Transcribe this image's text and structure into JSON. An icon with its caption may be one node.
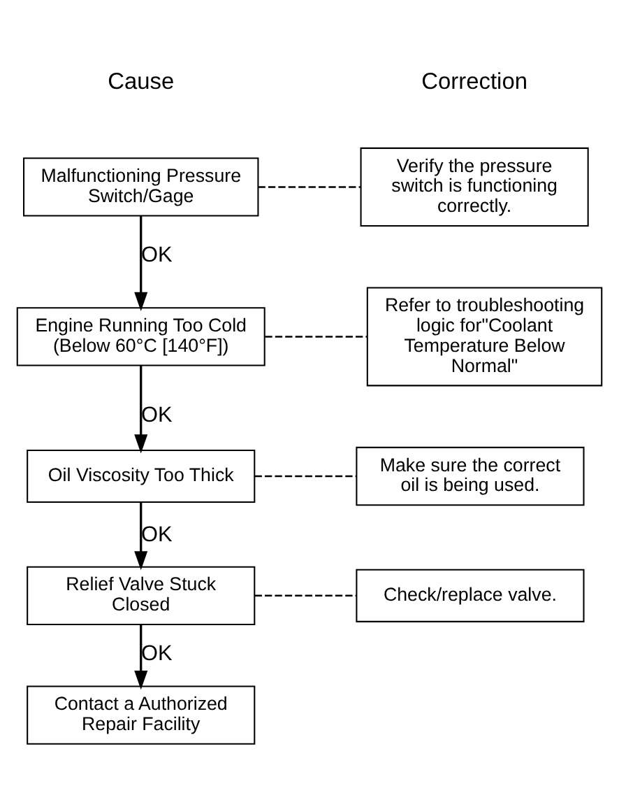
{
  "diagram": {
    "nodes": [
      {
        "text": [
          "Malfunctioning Pressure Switch/Gage"
        ]
      },
      {
        "text": [
          "Verify the pressure switch is functioning correctly."
        ]
      },
      {
        "text": [
          "Engine Running Too Cold (Below 60°C [140°F])"
        ]
      },
      {
        "text": [
          "Refer to troubleshooting logic for\"Coolant Temperature Below Normal\""
        ]
      },
      {
        "text": [
          "Oil Viscosity Too Thick"
        ]
      },
      {
        "text": [
          "Make sure the correct oil is being used."
        ]
      },
      {
        "text": [
          "Relief Valve Stuck Closed"
        ]
      },
      {
        "text": [
          "Check/replace valve."
        ]
      },
      {
        "text": [
          "Contact a Authorized Repair Facility"
        ]
      }
    ],
    "edges": [
      {
        "from": 0,
        "to": 1,
        "arrow": "none",
        "style": "dashed"
      },
      {
        "from": 0,
        "to": 2,
        "arrow": "to",
        "label": "OK"
      },
      {
        "from": 2,
        "to": 3,
        "arrow": "none",
        "style": "dashed"
      },
      {
        "from": 2,
        "to": 4,
        "arrow": "to",
        "label": "OK"
      },
      {
        "from": 4,
        "to": 5,
        "arrow": "none",
        "style": "dashed"
      },
      {
        "from": 4,
        "to": 6,
        "arrow": "to",
        "label": "OK"
      },
      {
        "from": 6,
        "to": 7,
        "arrow": "none",
        "style": "dashed"
      },
      {
        "from": 6,
        "to": 8,
        "arrow": "to",
        "label": "OK"
      }
    ],
    "labels": [
      "Cause",
      "Correction"
    ]
  }
}
